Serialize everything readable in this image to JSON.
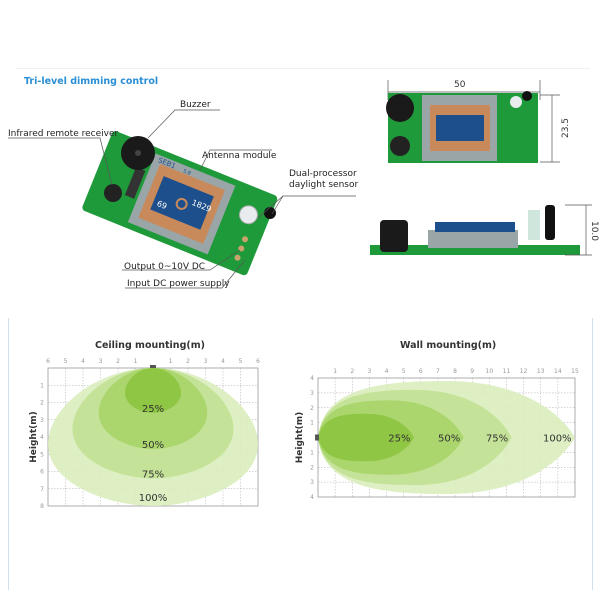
{
  "header": {
    "title": "Tri-level dimming  control"
  },
  "callouts": {
    "buzzer": "Buzzer",
    "ir_receiver": "Infrared remote receiver",
    "antenna": "Antenna module",
    "daylight_sensor_1": "Dual-processor",
    "daylight_sensor_2": "daylight sensor",
    "output": "Output 0~10V DC",
    "input": "Input DC power supply"
  },
  "dimensions": {
    "width": "50",
    "height": "23.5",
    "thickness": "10.0"
  },
  "board_text": {
    "model": "SEB1",
    "freq": "5.8",
    "code": "1829",
    "num": "69"
  },
  "colors": {
    "accent": "#2a8fd6",
    "zone": "#8dc63f",
    "board": "#1f9a3a"
  },
  "chart_data": [
    {
      "type": "area",
      "title": "Ceiling mounting(m)",
      "ylabel": "Height(m)",
      "x_ticks": [
        "6",
        "5",
        "4",
        "3",
        "2",
        "1",
        "",
        "1",
        "2",
        "3",
        "4",
        "5",
        "6"
      ],
      "y_ticks": [
        "1",
        "2",
        "3",
        "4",
        "5",
        "6",
        "7",
        "8"
      ],
      "xlim": [
        -6,
        6
      ],
      "ylim": [
        0,
        8
      ],
      "grid": true,
      "zones": [
        {
          "label": "100%",
          "half_width": 6,
          "depth": 8,
          "color": "#d9edbd"
        },
        {
          "label": "75%",
          "half_width": 4.6,
          "depth": 6.4,
          "color": "#c2e193"
        },
        {
          "label": "50%",
          "half_width": 3.1,
          "depth": 4.7,
          "color": "#a6d468"
        },
        {
          "label": "25%",
          "half_width": 1.6,
          "depth": 2.6,
          "color": "#8cc43f"
        }
      ]
    },
    {
      "type": "area",
      "title": "Wall mounting(m)",
      "ylabel": "Height(m)",
      "x_ticks": [
        "1",
        "2",
        "3",
        "4",
        "5",
        "6",
        "7",
        "8",
        "9",
        "10",
        "11",
        "12",
        "13",
        "14",
        "15"
      ],
      "y_ticks": [
        "4",
        "3",
        "2",
        "1",
        "",
        "1",
        "2",
        "3",
        "4"
      ],
      "xlim": [
        0,
        15
      ],
      "ylim": [
        -4,
        4
      ],
      "grid": true,
      "zones": [
        {
          "label": "100%",
          "reach": 15,
          "half_height": 3.8,
          "color": "#d9edbd"
        },
        {
          "label": "75%",
          "reach": 11.3,
          "half_height": 3.2,
          "color": "#c2e193"
        },
        {
          "label": "50%",
          "reach": 8.5,
          "half_height": 2.5,
          "color": "#a6d468"
        },
        {
          "label": "25%",
          "reach": 5.6,
          "half_height": 1.6,
          "color": "#8cc43f"
        }
      ]
    }
  ]
}
